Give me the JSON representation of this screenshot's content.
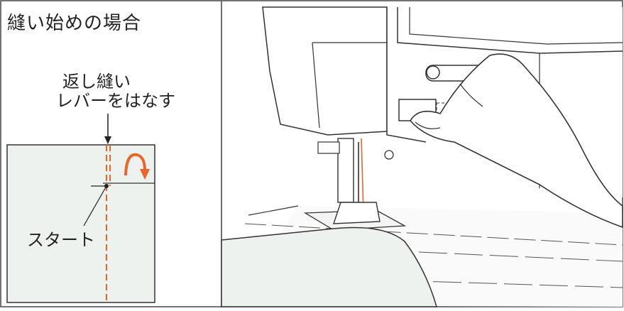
{
  "left_panel": {
    "title": "縫い始めの場合",
    "lever_label_line1": "返し縫い",
    "lever_label_line2": "レバーをはなす",
    "start_label": "スタート"
  },
  "colors": {
    "accent_orange": "#e8662a",
    "fabric": "#eef2ee",
    "line": "#333333"
  },
  "icons": [
    "rotate-arrow-icon",
    "down-arrow-icon"
  ]
}
